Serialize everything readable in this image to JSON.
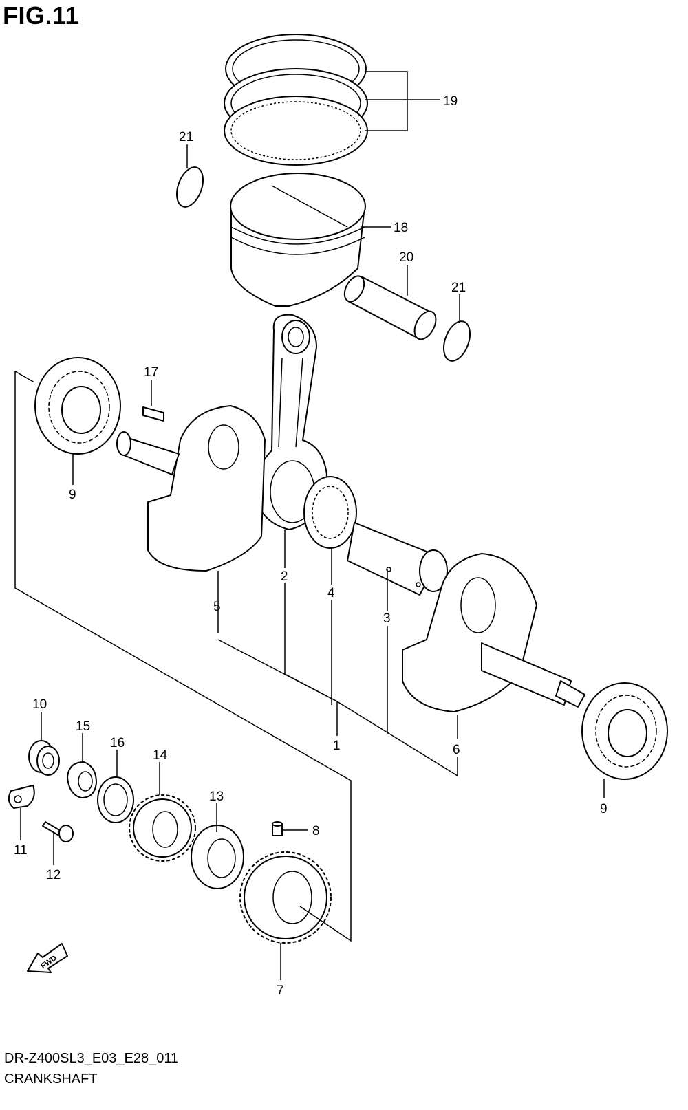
{
  "figure": {
    "title": "FIG.11",
    "code": "DR-Z400SL3_E03_E28_011",
    "name": "CRANKSHAFT",
    "fwd_label": "FWD"
  },
  "callouts": {
    "c1": "1",
    "c2": "2",
    "c3": "3",
    "c4": "4",
    "c5": "5",
    "c6": "6",
    "c7": "7",
    "c8": "8",
    "c9a": "9",
    "c9b": "9",
    "c10": "10",
    "c11": "11",
    "c12": "12",
    "c13": "13",
    "c14": "14",
    "c15": "15",
    "c16": "16",
    "c17": "17",
    "c18": "18",
    "c19": "19",
    "c20": "20",
    "c21a": "21",
    "c21b": "21"
  }
}
